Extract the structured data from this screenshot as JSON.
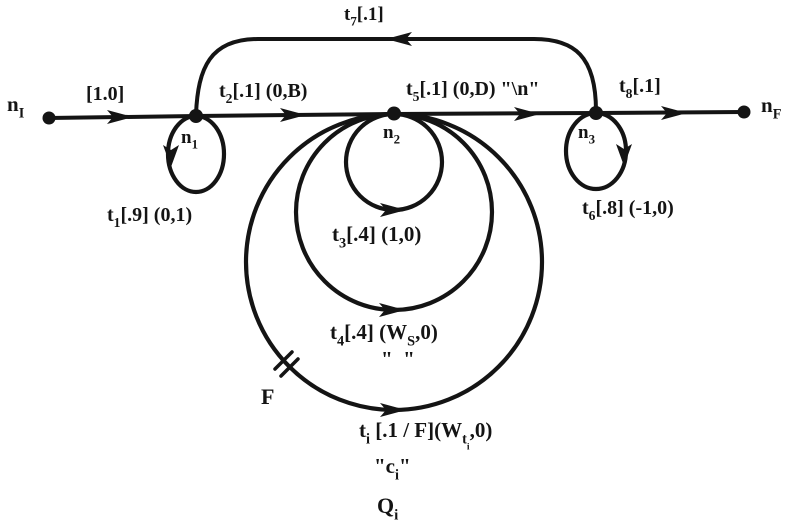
{
  "colors": {
    "ink": "#141414",
    "paper": "#ffffff"
  },
  "figure": {
    "kind": "state-transition-network"
  },
  "graph": {
    "nodes": [
      {
        "id": "nI",
        "label_id": "nI",
        "role": "initial"
      },
      {
        "id": "n1",
        "label_id": "n1"
      },
      {
        "id": "n2",
        "label_id": "n2"
      },
      {
        "id": "n3",
        "label_id": "n3"
      },
      {
        "id": "nF",
        "label_id": "nF",
        "role": "final"
      }
    ],
    "edges": [
      {
        "from": "nI",
        "to": "n1",
        "label_id": "p10"
      },
      {
        "from": "n1",
        "to": "n2",
        "label_id": "t2"
      },
      {
        "from": "n2",
        "to": "n3",
        "label_id": "t5"
      },
      {
        "from": "n3",
        "to": "nF",
        "label_id": "t8"
      },
      {
        "from": "n3",
        "to": "n1",
        "label_id": "t7"
      },
      {
        "from": "n1",
        "to": "n1",
        "label_id": "t1"
      },
      {
        "from": "n2",
        "to": "n2",
        "label_id": "t3"
      },
      {
        "from": "n2",
        "to": "n2",
        "label_id": "t4"
      },
      {
        "from": "n2",
        "to": "n2",
        "label_id": "ti"
      },
      {
        "from": "n3",
        "to": "n3",
        "label_id": "t6"
      }
    ]
  },
  "labels": {
    "nI": {
      "plain": "nI",
      "segments": [
        [
          "n",
          0
        ],
        [
          "I",
          1
        ]
      ]
    },
    "n1": {
      "plain": "n1",
      "segments": [
        [
          "n",
          0
        ],
        [
          "1",
          1
        ]
      ]
    },
    "n2": {
      "plain": "n2",
      "segments": [
        [
          "n",
          0
        ],
        [
          "2",
          1
        ]
      ]
    },
    "n3": {
      "plain": "n3",
      "segments": [
        [
          "n",
          0
        ],
        [
          "3",
          1
        ]
      ]
    },
    "nF": {
      "plain": "nF",
      "segments": [
        [
          "n",
          0
        ],
        [
          "F",
          1
        ]
      ]
    },
    "p10": {
      "plain": "[1.0]"
    },
    "t2": {
      "plain": "t2[.1] (0,B)",
      "segments": [
        [
          "t",
          0
        ],
        [
          "2",
          1
        ],
        [
          "[.1] (0,B)",
          0
        ]
      ]
    },
    "t5": {
      "plain": "t5[.1] (0,D) \"\\n\"",
      "segments": [
        [
          "t",
          0
        ],
        [
          "5",
          1
        ],
        [
          "[.1] (0,D) \"\\n\"",
          0
        ]
      ]
    },
    "t7": {
      "plain": "t7[.1]",
      "segments": [
        [
          "t",
          0
        ],
        [
          "7",
          1
        ],
        [
          "[.1]",
          0
        ]
      ]
    },
    "t8": {
      "plain": "t8[.1]",
      "segments": [
        [
          "t",
          0
        ],
        [
          "8",
          1
        ],
        [
          "[.1]",
          0
        ]
      ]
    },
    "t1": {
      "plain": "t1[.9] (0,1)",
      "segments": [
        [
          "t",
          0
        ],
        [
          "1",
          1
        ],
        [
          "[.9] (0,1)",
          0
        ]
      ]
    },
    "t6": {
      "plain": "t6[.8] (-1,0)",
      "segments": [
        [
          "t",
          0
        ],
        [
          "6",
          1
        ],
        [
          "[.8] (-1,0)",
          0
        ]
      ]
    },
    "t3": {
      "plain": "t3[.4] (1,0)",
      "segments": [
        [
          "t",
          0
        ],
        [
          "3",
          1
        ],
        [
          "[.4] (1,0)",
          0
        ]
      ]
    },
    "t4": {
      "plain": "t4[.4] (WS,0)",
      "segments": [
        [
          "t",
          0
        ],
        [
          "4",
          1
        ],
        [
          "[.4] (W",
          0
        ],
        [
          "S",
          1
        ],
        [
          ",0)",
          0
        ]
      ]
    },
    "t4q": {
      "plain": "\"  \""
    },
    "ti": {
      "plain": "ti [.1 / F](Wti,0)",
      "segments": [
        [
          "t",
          0
        ],
        [
          "i",
          1
        ],
        [
          " [.1 / F](W",
          0
        ],
        [
          "t",
          1
        ],
        [
          "i",
          2
        ],
        [
          ",0)",
          0
        ]
      ]
    },
    "ci": {
      "plain": "\"ci\"",
      "segments": [
        [
          "\"c",
          0
        ],
        [
          "i",
          1
        ],
        [
          "\"",
          0
        ]
      ]
    },
    "Qi": {
      "plain": "Qi",
      "segments": [
        [
          "Q",
          0
        ],
        [
          "i",
          1
        ]
      ]
    },
    "F": {
      "plain": "F"
    }
  }
}
